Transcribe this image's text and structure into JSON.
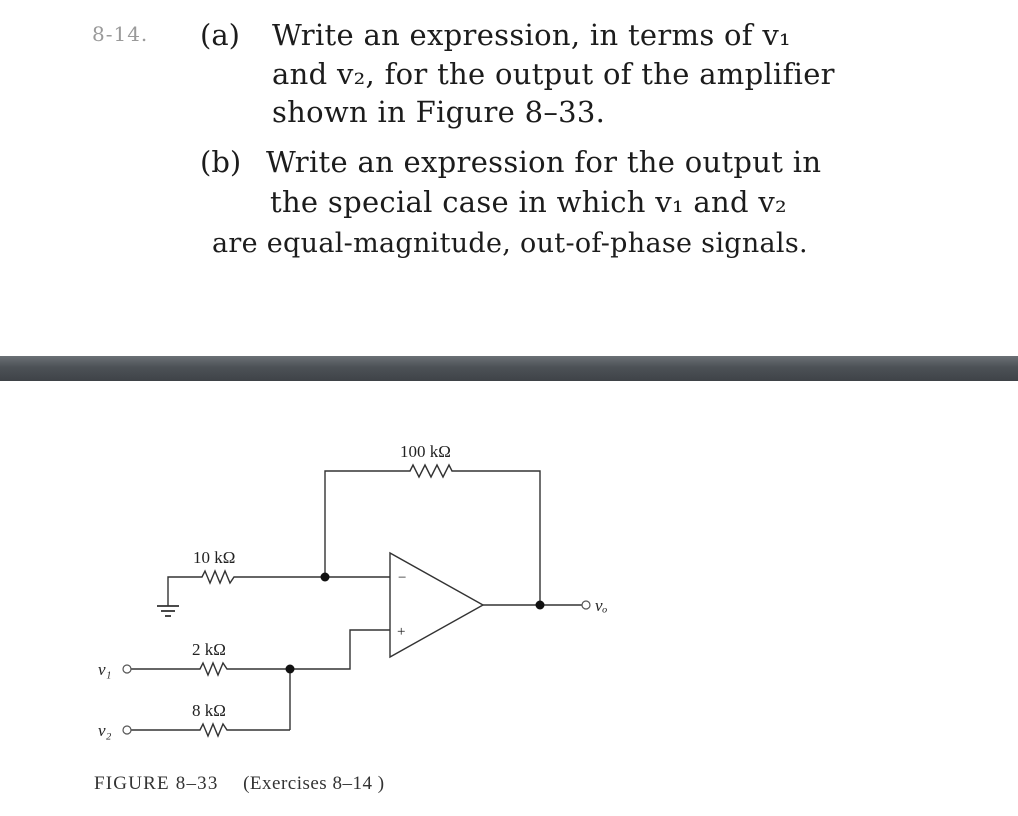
{
  "problem": {
    "number": "8-14.",
    "part_a": {
      "label": "(a)",
      "lines": [
        "Write an expression, in terms of v₁",
        "and v₂, for the output of the amplifier",
        "shown in Figure 8–33."
      ]
    },
    "part_b": {
      "label": "(b)",
      "lines": [
        "Write an expression for the output in",
        "the special case in which v₁ and v₂",
        "are  equal-magnitude,  out-of-phase signals."
      ]
    }
  },
  "figure": {
    "components": {
      "feedback_resistor": "100 kΩ",
      "ground_resistor": "10 kΩ",
      "input1_resistor": "2 kΩ",
      "input2_resistor": "8 kΩ"
    },
    "terminals": {
      "input1": "v₁",
      "input2": "v₂",
      "output": "vₒ"
    },
    "opamp": {
      "inverting": "−",
      "noninverting": "+"
    },
    "caption": {
      "label": "FIGURE 8–33",
      "text": "(Exercises 8–14 )"
    }
  }
}
